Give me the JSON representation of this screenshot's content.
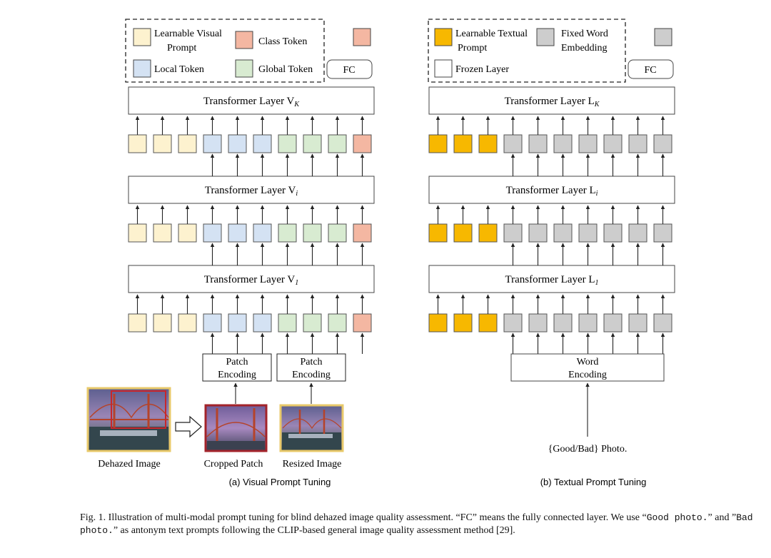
{
  "colors": {
    "learnable_visual": "#fdf2cf",
    "class_token": "#f4b7a2",
    "local_token": "#d4e2f3",
    "global_token": "#d8ebd1",
    "learnable_textual": "#f7b800",
    "fixed_word": "#cdcdcd",
    "frozen": "#ffffff",
    "stroke": "#444444"
  },
  "visual": {
    "legend": {
      "learnable_line1": "Learnable Visual",
      "learnable_line2": "Prompt",
      "class": "Class Token",
      "local": "Local Token",
      "global": "Global Token"
    },
    "fc": "FC",
    "layer_base": "Transformer Layer V",
    "layers_sub": [
      "K",
      "i",
      "1"
    ],
    "patch_line1": "Patch",
    "patch_line2": "Encoding",
    "images": {
      "dehazed": "Dehazed Image",
      "cropped": "Cropped Patch",
      "resized": "Resized Image"
    },
    "subtitle": "(a) Visual Prompt Tuning"
  },
  "textual": {
    "legend": {
      "learnable_line1": "Learnable Textual",
      "learnable_line2": "Prompt",
      "fixed_line1": "Fixed Word",
      "fixed_line2": "Embedding",
      "frozen": "Frozen Layer"
    },
    "fc": "FC",
    "layer_base": "Transformer Layer L",
    "layers_sub": [
      "K",
      "i",
      "1"
    ],
    "word_line1": "Word",
    "word_line2": "Encoding",
    "input": "{Good/Bad} Photo.",
    "subtitle": "(b) Textual Prompt Tuning"
  },
  "caption": {
    "part1": "Fig. 1.  Illustration of multi-modal prompt tuning for blind dehazed image quality assessment. “FC” means the fully connected layer. We use “",
    "good": "Good photo.",
    "part2": "” and ”",
    "bad": "Bad photo.",
    "part3": "” as antonym text prompts following the CLIP-based general image quality assessment method [29]."
  }
}
